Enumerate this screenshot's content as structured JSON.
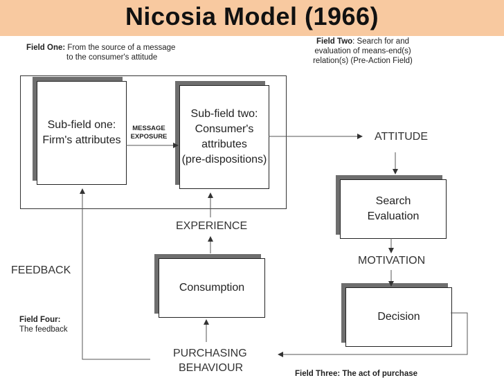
{
  "title": "Nicosia Model (1966)",
  "field_one": {
    "label": "Field One:",
    "text_line1": " From the source of a message",
    "text_line2": "to the consumer's attitude"
  },
  "field_two": {
    "label": "Field Two",
    "text_line1": ": Search for and",
    "text_line2": "evaluation of means-end(s)",
    "text_line3": "relation(s) (Pre-Action Field)"
  },
  "field_three": {
    "text": "Field Three: The act of purchase"
  },
  "field_four": {
    "label": "Field Four:",
    "text": "The feedback"
  },
  "boxes": {
    "subfield_one": {
      "line1": "Sub-field one:",
      "line2": "Firm's attributes"
    },
    "subfield_two": {
      "line1": "Sub-field two:",
      "line2": "Consumer's",
      "line3": "attributes",
      "line4": "(pre-dispositions)"
    },
    "search_evaluation": {
      "line1": "Search",
      "line2": "Evaluation"
    },
    "decision": {
      "text": "Decision"
    },
    "consumption": {
      "text": "Consumption"
    }
  },
  "labels": {
    "message_exposure_1": "MESSAGE",
    "message_exposure_2": "EXPOSURE",
    "attitude": "ATTITUDE",
    "motivation": "MOTIVATION",
    "experience": "EXPERIENCE",
    "feedback": "FEEDBACK",
    "purchasing_1": "PURCHASING",
    "purchasing_2": "BEHAVIOUR"
  },
  "colors": {
    "title_band": "#f8c9a0",
    "shadow": "#6e6e6e",
    "lines": "#555555"
  }
}
